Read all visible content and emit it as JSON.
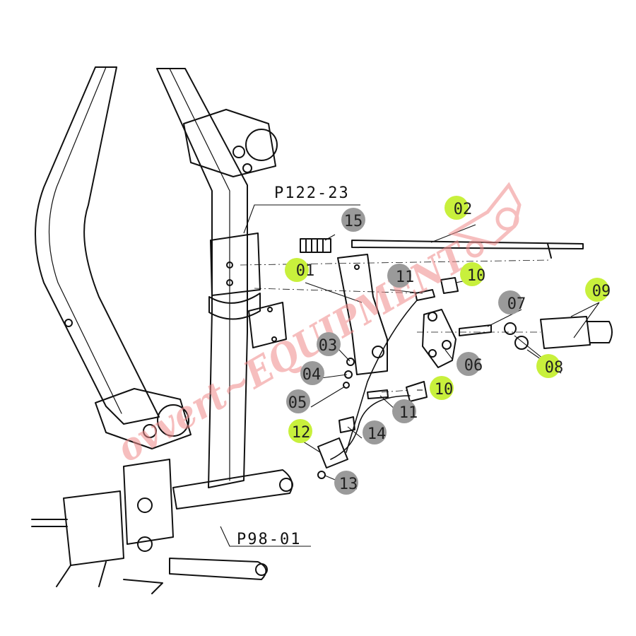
{
  "colors": {
    "highlight": "#c8f03c",
    "badge": "#9a9a9a",
    "line": "#111111",
    "watermark": "#f08a8a"
  },
  "refs": [
    {
      "id": "p122",
      "label": "P122-23"
    },
    {
      "id": "p98",
      "label": "P98-01"
    }
  ],
  "callouts": [
    {
      "id": "c01",
      "num": "01",
      "highlighted": true
    },
    {
      "id": "c02",
      "num": "02",
      "highlighted": true
    },
    {
      "id": "c03",
      "num": "03",
      "highlighted": false
    },
    {
      "id": "c04",
      "num": "04",
      "highlighted": false
    },
    {
      "id": "c05",
      "num": "05",
      "highlighted": false
    },
    {
      "id": "c06",
      "num": "06",
      "highlighted": false
    },
    {
      "id": "c07",
      "num": "07",
      "highlighted": false
    },
    {
      "id": "c08",
      "num": "08",
      "highlighted": true
    },
    {
      "id": "c09",
      "num": "09",
      "highlighted": true
    },
    {
      "id": "c10a",
      "num": "10",
      "highlighted": true
    },
    {
      "id": "c10b",
      "num": "10",
      "highlighted": true
    },
    {
      "id": "c11a",
      "num": "11",
      "highlighted": false
    },
    {
      "id": "c11b",
      "num": "11",
      "highlighted": false
    },
    {
      "id": "c12",
      "num": "12",
      "highlighted": true
    },
    {
      "id": "c13",
      "num": "13",
      "highlighted": false
    },
    {
      "id": "c14",
      "num": "14",
      "highlighted": false
    },
    {
      "id": "c15",
      "num": "15",
      "highlighted": false
    }
  ]
}
